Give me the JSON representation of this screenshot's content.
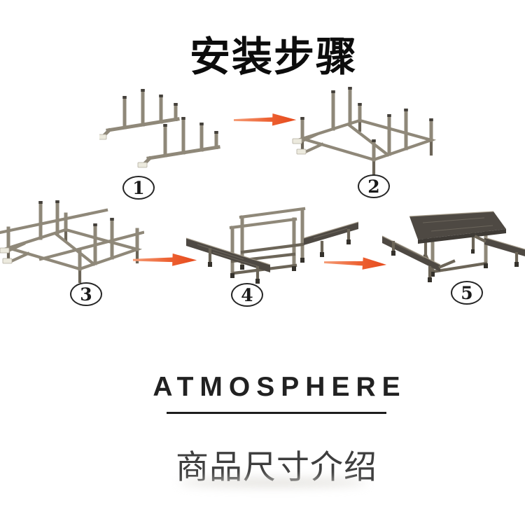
{
  "header": {
    "title": "安装步骤"
  },
  "assembly": {
    "steps": [
      {
        "number": "1"
      },
      {
        "number": "2"
      },
      {
        "number": "3"
      },
      {
        "number": "4"
      },
      {
        "number": "5"
      }
    ]
  },
  "brand": {
    "name": "ATMOSPHERE"
  },
  "section": {
    "title": "商品尺寸介绍"
  },
  "colors": {
    "arrow": "#e95222",
    "steel": "#8f8879",
    "steel_dark": "#6c6558",
    "plank_dark": "#4e4943",
    "plank_highlight": "#a49b8a",
    "white_cap": "#eceade",
    "foot_dark": "#35322c",
    "text_primary": "#0c0c0c",
    "text_secondary": "#3e3e3e",
    "divider": "#1d1d1d"
  }
}
